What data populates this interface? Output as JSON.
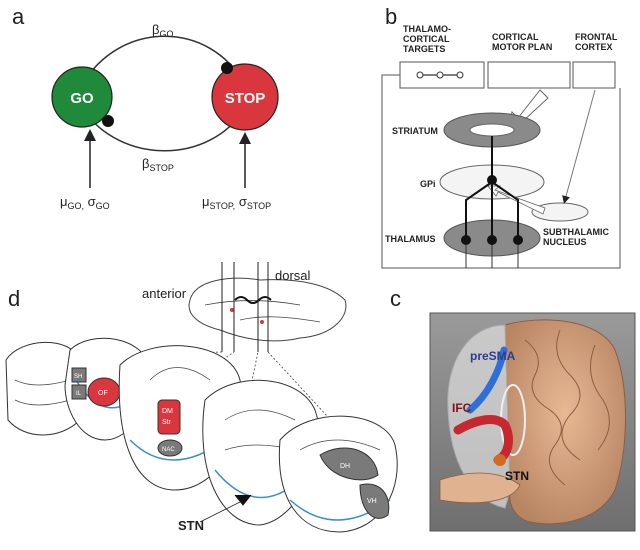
{
  "panels": {
    "a": {
      "letter": "a",
      "go_label": "GO",
      "stop_label": "STOP",
      "beta_go": "β",
      "beta_go_sub": "GO",
      "beta_stop": "β",
      "beta_stop_sub": "STOP",
      "mu_go": "μ",
      "mu_go_sub": "GO,",
      "sigma_go": "σ",
      "sigma_go_sub": "GO",
      "mu_stop": "μ",
      "mu_stop_sub": "STOP,",
      "sigma_stop": "σ",
      "sigma_stop_sub": "STOP",
      "colors": {
        "go": "#1f8a3a",
        "stop": "#d9363e"
      }
    },
    "b": {
      "letter": "b",
      "thalamo_cortical_line1": "THALAMO-",
      "thalamo_cortical_line2": "CORTICAL",
      "thalamo_cortical_line3": "TARGETS",
      "cortical_motor_plan_line1": "CORTICAL",
      "cortical_motor_plan_line2": "MOTOR PLAN",
      "frontal_cortex_line1": "FRONTAL",
      "frontal_cortex_line2": "CORTEX",
      "striatum": "STRIATUM",
      "gpi": "GPi",
      "thalamus": "THALAMUS",
      "subthalamic_line1": "SUBTHALAMIC",
      "subthalamic_line2": "NUCLEUS"
    },
    "c": {
      "letter": "c",
      "presma": "preSMA",
      "ifc": "IFC",
      "stn": "STN"
    },
    "d": {
      "letter": "d",
      "anterior": "anterior",
      "dorsal": "dorsal",
      "stn": "STN",
      "region_labels": {
        "sh": "SH",
        "il": "IL",
        "of": "OF",
        "dm_line1": "DM",
        "dm_line2": "Str",
        "nac": "NAC",
        "dh": "DH",
        "vh": "VH"
      }
    }
  }
}
